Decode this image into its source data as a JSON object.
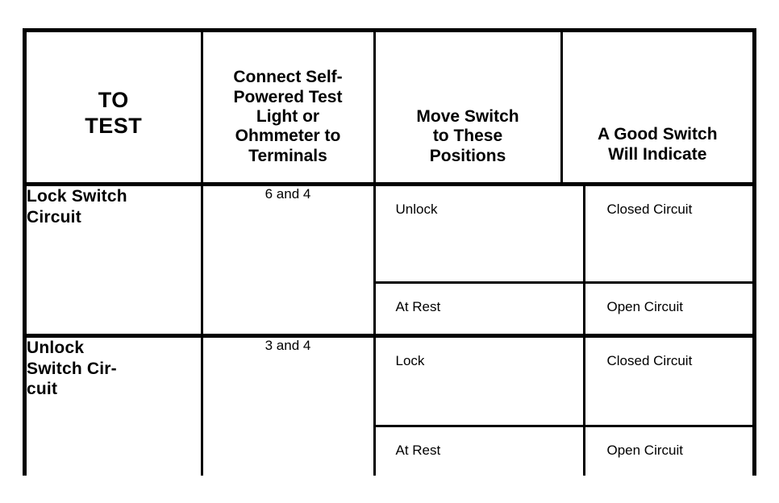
{
  "table": {
    "columns": [
      {
        "id": "to-test",
        "header": [
          "TO",
          "TEST"
        ]
      },
      {
        "id": "connect",
        "header": [
          "Connect Self-",
          "Powered Test",
          "Light or",
          "Ohmmeter to",
          "Terminals"
        ]
      },
      {
        "id": "move",
        "header": [
          "Move Switch",
          "to These",
          "Positions"
        ]
      },
      {
        "id": "indicate",
        "header": [
          "A Good Switch",
          "Will Indicate"
        ]
      }
    ],
    "rows": [
      {
        "id": "lock-switch-circuit",
        "label": [
          "Lock Switch",
          "Circuit"
        ],
        "terminals": "6 and 4",
        "steps": [
          {
            "position": "Unlock",
            "result": "Closed Circuit"
          },
          {
            "position": "At Rest",
            "result": "Open Circuit"
          }
        ]
      },
      {
        "id": "unlock-switch-circuit",
        "label": [
          "Unlock",
          "Switch Cir-",
          "cuit"
        ],
        "terminals": "3 and 4",
        "steps": [
          {
            "position": "Lock",
            "result": "Closed Circuit"
          },
          {
            "position": "At Rest",
            "result": "Open Circuit"
          }
        ]
      }
    ]
  },
  "style": {
    "border_color": "#000000",
    "background": "#ffffff",
    "text_color": "#000000"
  }
}
